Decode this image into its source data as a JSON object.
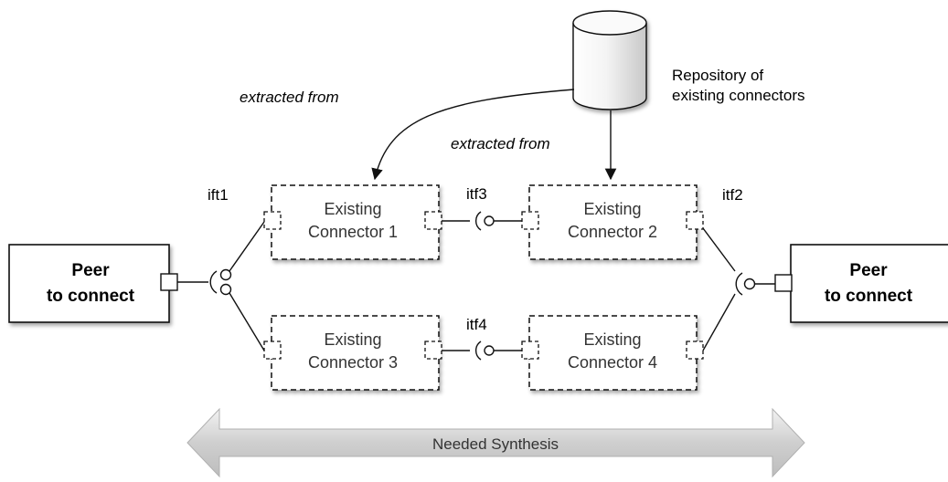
{
  "repository": {
    "label_line1": "Repository of",
    "label_line2": "existing connectors"
  },
  "edges": {
    "extracted_left": "extracted from",
    "extracted_right": "extracted from"
  },
  "peers": {
    "left": {
      "line1": "Peer",
      "line2": "to connect"
    },
    "right": {
      "line1": "Peer",
      "line2": "to connect"
    }
  },
  "connectors": {
    "c1": {
      "line1": "Existing",
      "line2": "Connector 1"
    },
    "c2": {
      "line1": "Existing",
      "line2": "Connector 2"
    },
    "c3": {
      "line1": "Existing",
      "line2": "Connector 3"
    },
    "c4": {
      "line1": "Existing",
      "line2": "Connector 4"
    }
  },
  "interfaces": {
    "ift1": "ift1",
    "itf2": "itf2",
    "itf3": "itf3",
    "itf4": "itf4"
  },
  "synthesis": {
    "label": "Needed Synthesis"
  }
}
